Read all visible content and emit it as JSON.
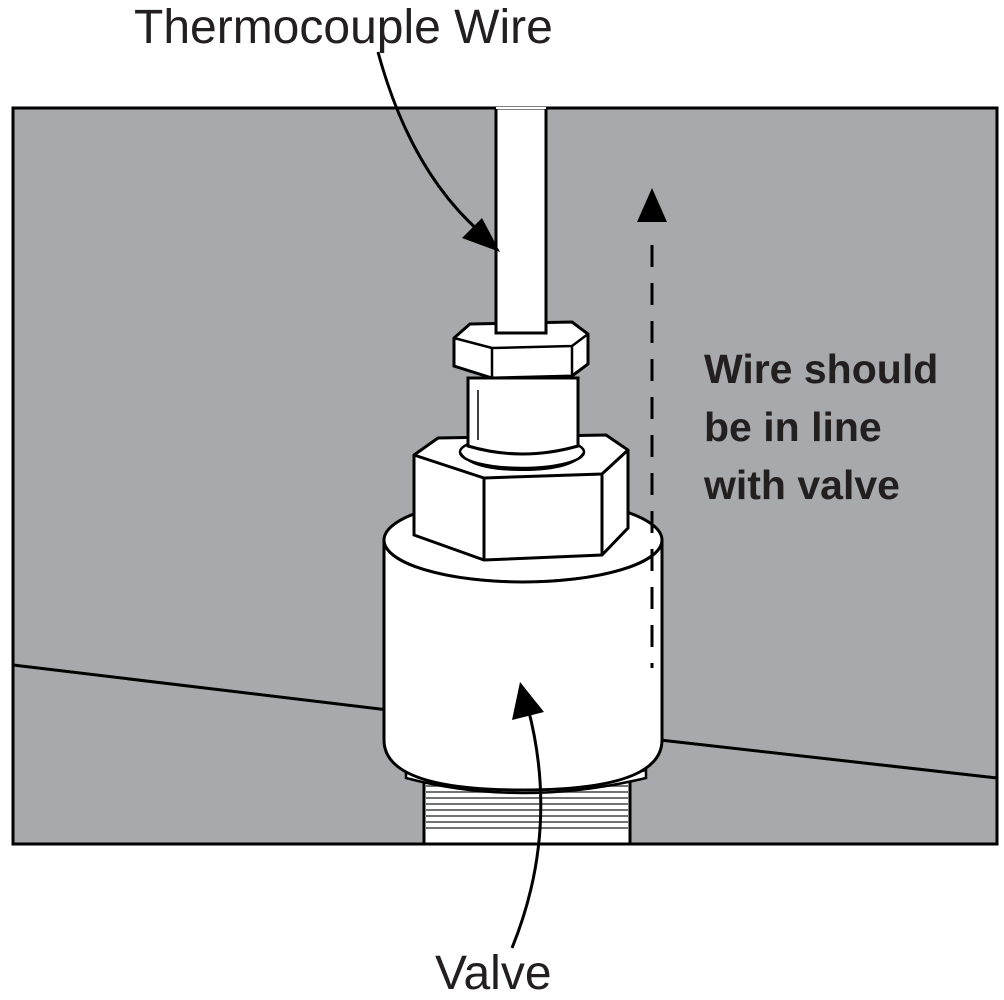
{
  "labels": {
    "thermocouple_wire": "Thermocouple Wire",
    "valve": "Valve",
    "note_lines": [
      "Wire should",
      "be in line",
      "with valve"
    ]
  },
  "colors": {
    "background_panel": "#a7a9ac",
    "outline": "#000000",
    "parts_fill": "#ffffff",
    "text": "#231f20"
  },
  "icons": {
    "alignment_arrow": "dashed-up-arrow",
    "callout_wire": "curved-arrow",
    "callout_valve": "curved-arrow"
  }
}
